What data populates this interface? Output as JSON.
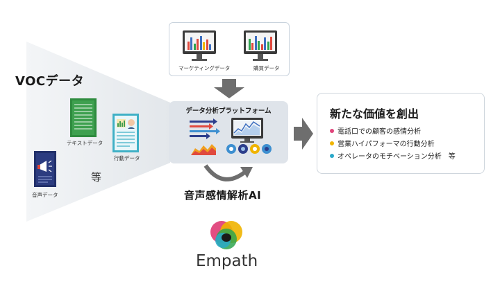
{
  "voc_title": "VOCデータ",
  "sources": {
    "text": "テキストデータ",
    "behavior": "行動データ",
    "voice": "音声データ",
    "etc": "等"
  },
  "top_box": {
    "marketing": "マーケティングデータ",
    "purchase": "購買データ"
  },
  "platform": {
    "title": "データ分析プラットフォーム"
  },
  "ai": {
    "title": "音声感情解析AI"
  },
  "result": {
    "title": "新たな価値を創出",
    "items": [
      {
        "text": "電話口での顧客の感情分析",
        "color": "#e0457b"
      },
      {
        "text": "営業ハイパフォーマの行動分析",
        "color": "#f0b400"
      },
      {
        "text": "オペレータのモチベーション分析　等",
        "color": "#2aa8c9"
      }
    ]
  },
  "logo": {
    "name": "Empath"
  },
  "colors": {
    "funnel": "#e9ecef",
    "arrow": "#6e6e6e",
    "green_doc": "#2e8b3e",
    "teal_doc": "#3fb0c6",
    "navy_doc": "#22306a"
  }
}
